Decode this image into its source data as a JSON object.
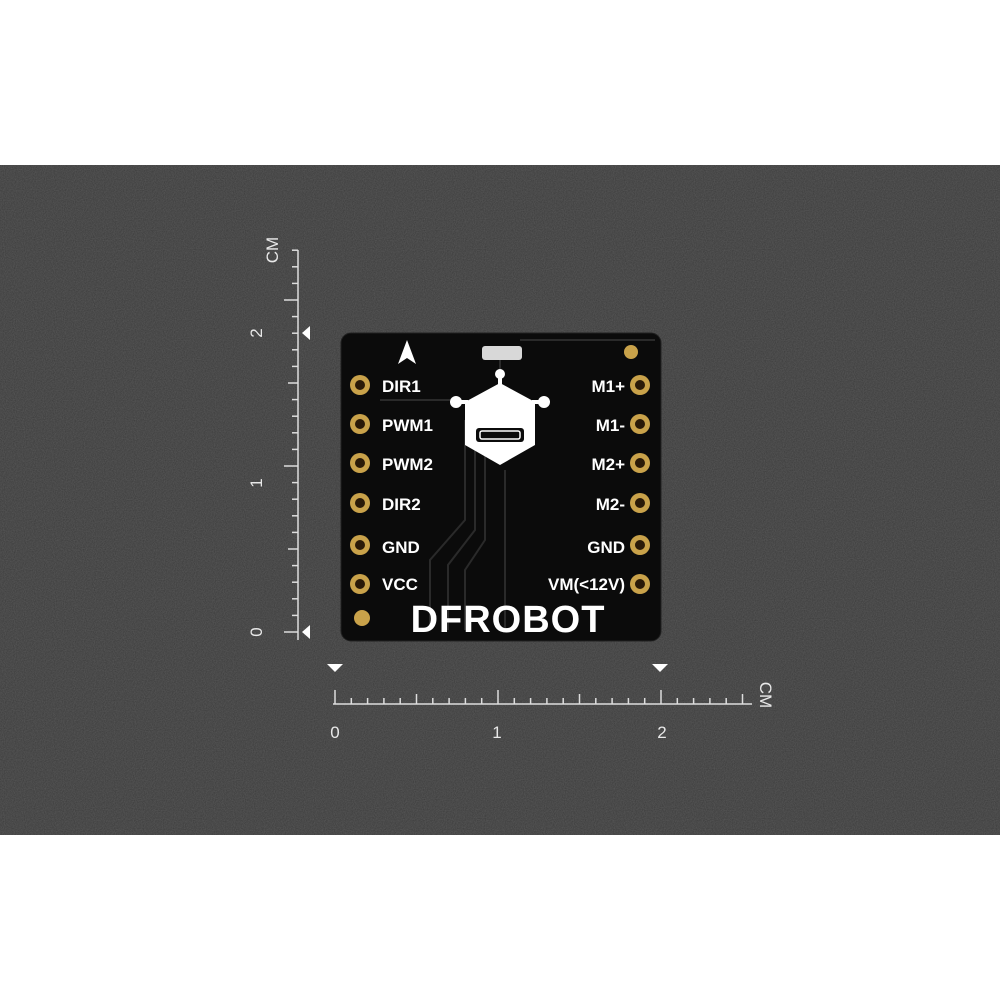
{
  "board": {
    "brand": "DFROBOT",
    "left_pins": [
      "DIR1",
      "PWM1",
      "PWM2",
      "DIR2",
      "GND",
      "VCC"
    ],
    "right_pins": [
      "M1+",
      "M1-",
      "M2+",
      "M2-",
      "GND",
      "VM(<12V)"
    ]
  },
  "ruler_vertical": {
    "unit": "CM",
    "labels": [
      "2",
      "1",
      "0"
    ]
  },
  "ruler_horizontal": {
    "unit": "CM",
    "labels": [
      "0",
      "1",
      "2"
    ]
  },
  "colors": {
    "mat": "#3a3a3a",
    "pcb": "#0b0b0b",
    "pad": "#c9a24a",
    "silk": "#ffffff"
  }
}
